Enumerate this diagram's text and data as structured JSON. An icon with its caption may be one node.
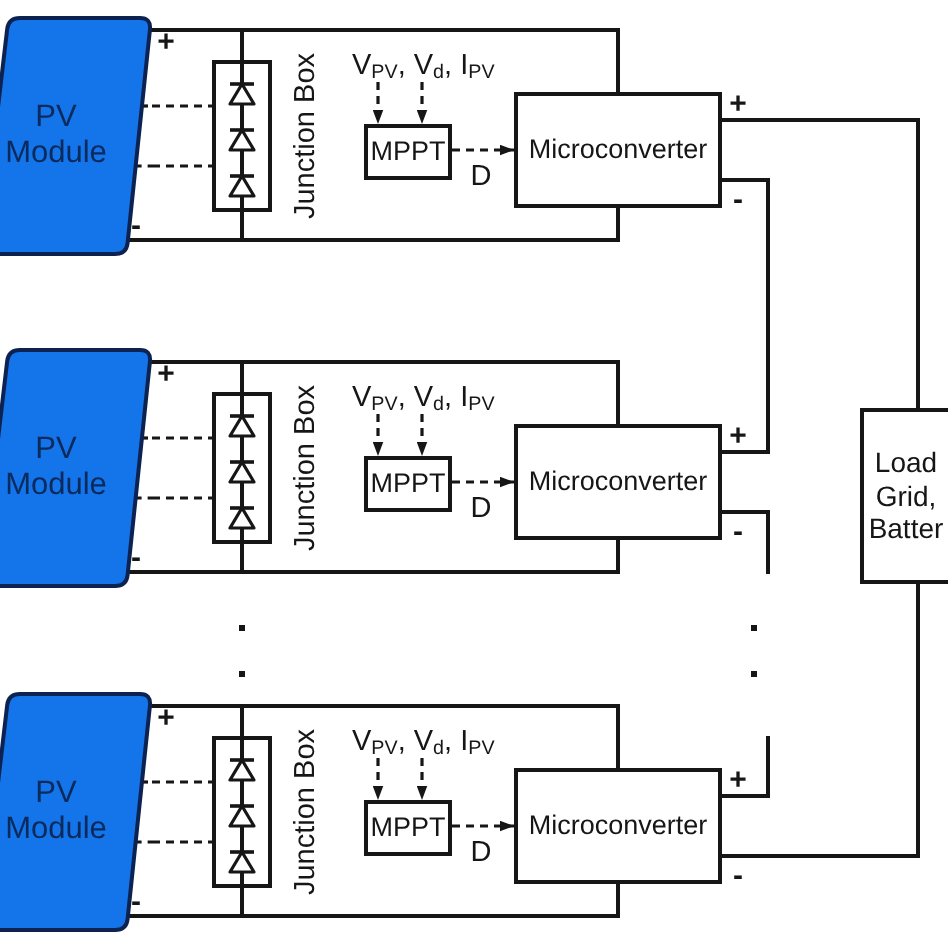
{
  "diagram": {
    "nodes": [
      {
        "text": [
          "PV Module"
        ]
      },
      {
        "text": [
          "Junction Box"
        ]
      },
      {
        "text": [
          "V$_{PV}$, V$_{d}$, I$_{PV}$"
        ]
      },
      {
        "text": [
          "MPPT"
        ]
      },
      {
        "text": [
          "Microconverter"
        ]
      },
      {
        "text": [
          "PV Module"
        ]
      },
      {
        "text": [
          "Junction Box"
        ]
      },
      {
        "text": [
          "V$_{PV}$, V$_{d}$, I$_{PV}$"
        ]
      },
      {
        "text": [
          "MPPT"
        ]
      },
      {
        "text": [
          "Microconverter"
        ]
      },
      {
        "text": [
          "Load Grid, Batter"
        ]
      },
      {
        "text": [
          "PV Module"
        ]
      },
      {
        "text": [
          "Junction Box"
        ]
      },
      {
        "text": [
          "V$_{PV}$, V$_{d}$, I$_{PV}$"
        ]
      },
      {
        "text": [
          "MPPT"
        ]
      },
      {
        "text": [
          "Microconverter"
        ]
      }
    ],
    "edges": [
      {
        "from": 0,
        "to": 4,
        "arrow": "none"
      },
      {
        "from": 0,
        "to": 1,
        "arrow": "none"
      },
      {
        "from": 0,
        "to": 1,
        "arrow": "none",
        "style": "dashed"
      },
      {
        "from": 0,
        "to": 1,
        "arrow": "none",
        "style": "dashed"
      },
      {
        "from": 0,
        "to": 1,
        "arrow": "none"
      },
      {
        "from": 0,
        "to": 4,
        "arrow": "none"
      },
      {
        "from": 2,
        "to": 3,
        "arrow": "to",
        "style": "dashed"
      },
      {
        "from": 2,
        "to": 3,
        "arrow": "to",
        "style": "dashed"
      },
      {
        "from": 3,
        "to": 4,
        "arrow": "to",
        "style": "dashed",
        "label": "D"
      },
      {
        "from": 5,
        "to": 9,
        "arrow": "none"
      },
      {
        "from": 5,
        "to": 6,
        "arrow": "none"
      },
      {
        "from": 5,
        "to": 6,
        "arrow": "none",
        "style": "dashed"
      },
      {
        "from": 5,
        "to": 6,
        "arrow": "none",
        "style": "dashed"
      },
      {
        "from": 5,
        "to": 6,
        "arrow": "none"
      },
      {
        "from": 5,
        "to": 9,
        "arrow": "none"
      },
      {
        "from": 7,
        "to": 8,
        "arrow": "to",
        "style": "dashed"
      },
      {
        "from": 7,
        "to": 8,
        "arrow": "to",
        "style": "dashed"
      },
      {
        "from": 8,
        "to": 9,
        "arrow": "to",
        "style": "dashed",
        "label": "D"
      },
      {
        "from": 11,
        "to": 15,
        "arrow": "none"
      },
      {
        "from": 11,
        "to": 12,
        "arrow": "none"
      },
      {
        "from": 11,
        "to": 12,
        "arrow": "none",
        "style": "dashed"
      },
      {
        "from": 11,
        "to": 12,
        "arrow": "none",
        "style": "dashed"
      },
      {
        "from": 11,
        "to": 12,
        "arrow": "none"
      },
      {
        "from": 11,
        "to": 15,
        "arrow": "none"
      },
      {
        "from": 13,
        "to": 14,
        "arrow": "to",
        "style": "dashed"
      },
      {
        "from": 13,
        "to": 14,
        "arrow": "to",
        "style": "dashed"
      },
      {
        "from": 14,
        "to": 15,
        "arrow": "to",
        "style": "dashed",
        "label": "D"
      },
      {
        "from": 4,
        "to": 10,
        "arrow": "none"
      },
      {
        "from": 4,
        "to": 9,
        "arrow": "none"
      },
      {
        "from": 9,
        "to": null,
        "arrow": "none"
      },
      {
        "from": null,
        "to": 15,
        "arrow": "none"
      },
      {
        "from": 15,
        "to": 10,
        "arrow": "none"
      }
    ],
    "labels": [
      "+",
      "+",
      "-",
      "-",
      "+",
      "+",
      "-",
      "-",
      "+",
      "+",
      "-",
      "-"
    ]
  }
}
